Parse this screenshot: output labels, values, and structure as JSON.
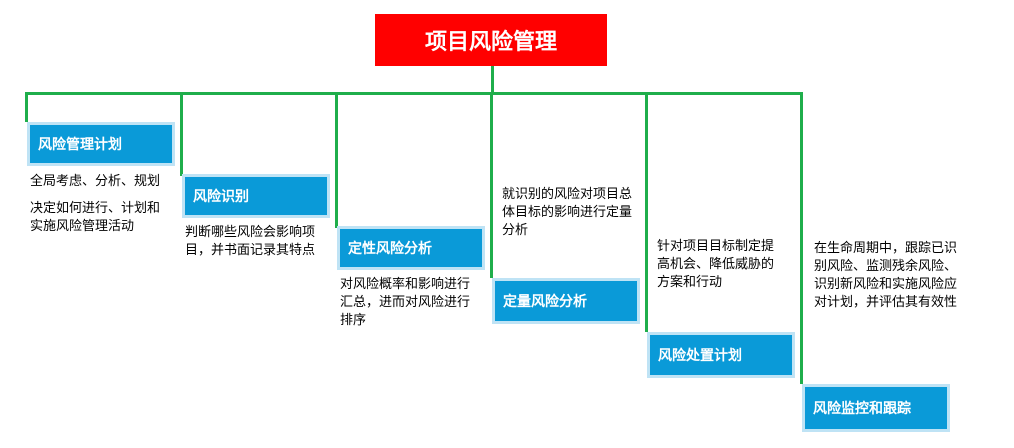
{
  "root": "项目风险管理",
  "stages": [
    {
      "label": "风险管理计划",
      "desc": [
        "全局考虑、分析、规划",
        "决定如何进行、计划和实施风险管理活动"
      ]
    },
    {
      "label": "风险识别",
      "desc": [
        "判断哪些风险会影响项目，并书面记录其特点"
      ]
    },
    {
      "label": "定性风险分析",
      "desc": [
        "对风险概率和影响进行汇总，进而对风险进行排序"
      ]
    },
    {
      "label": "定量风险分析",
      "desc": [
        "就识别的风险对项目总体目标的影响进行定量分析"
      ]
    },
    {
      "label": "风险处置计划",
      "desc": [
        "针对项目目标制定提高机会、降低威胁的方案和行动"
      ]
    },
    {
      "label": "风险监控和跟踪",
      "desc": [
        "在生命周期中，跟踪已识别风险、监测残余风险、识别新风险和实施风险应对计划，并评估其有效性"
      ]
    }
  ],
  "colors": {
    "root": "#ff0000",
    "box": "#0a9ad8",
    "line": "#1fae4b"
  }
}
